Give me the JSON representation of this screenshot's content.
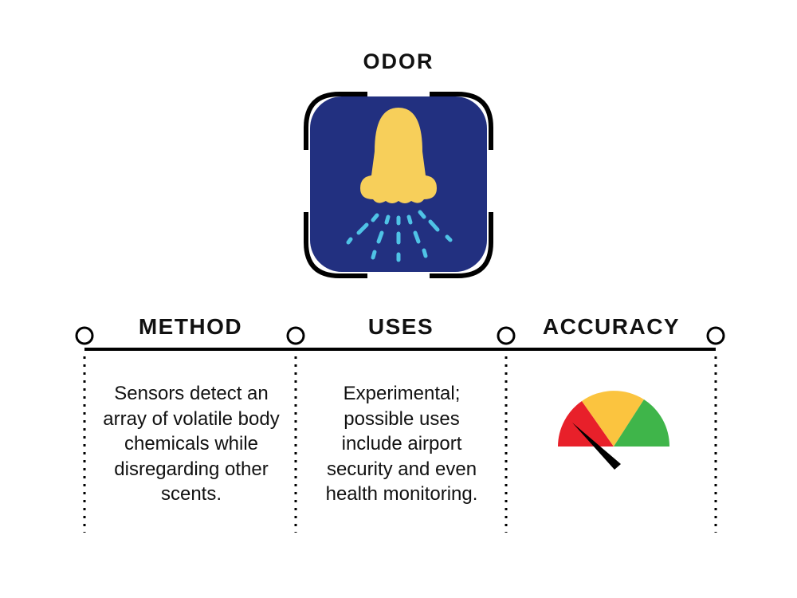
{
  "title": "ODOR",
  "icon": "nose-icon",
  "columns": [
    {
      "header": "METHOD",
      "text": "Sensors detect an array of volatile body chemicals while disregarding other scents."
    },
    {
      "header": "USES",
      "text": "Experimental; possible uses include airport security and even health monitoring."
    },
    {
      "header": "ACCURACY",
      "gauge": "low"
    }
  ],
  "colors": {
    "icon_bg": "#223080",
    "nose": "#f7cf5a",
    "spray": "#4fc3e6",
    "red": "#e8202a",
    "yellow": "#fbc43f",
    "green": "#3fb54a"
  }
}
